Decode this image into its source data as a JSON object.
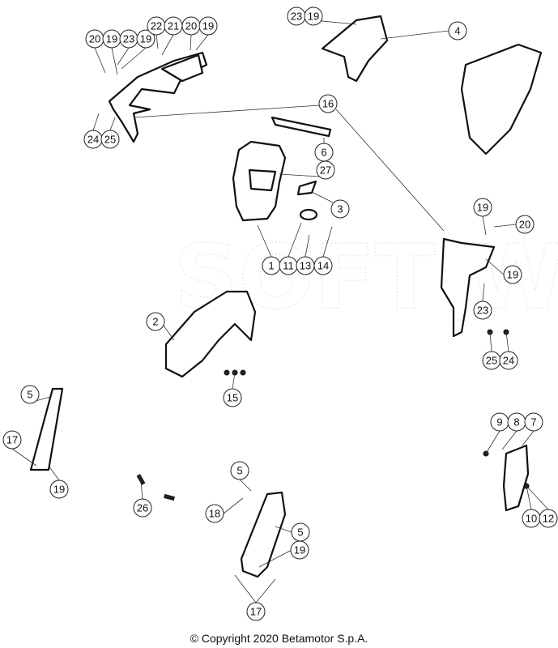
{
  "watermark": "SOFT WAY",
  "copyright": "© Copyright 2020 Betamotor S.p.A.",
  "callouts": [
    "20",
    "19",
    "23",
    "19",
    "22",
    "21",
    "20",
    "19",
    "24",
    "25",
    "23",
    "19",
    "4",
    "16",
    "6",
    "27",
    "3",
    "1",
    "11",
    "13",
    "14",
    "19",
    "20",
    "19",
    "23",
    "25",
    "24",
    "2",
    "15",
    "5",
    "17",
    "19",
    "9",
    "8",
    "7",
    "10",
    "12",
    "26",
    "5",
    "18",
    "5",
    "19",
    "17"
  ]
}
